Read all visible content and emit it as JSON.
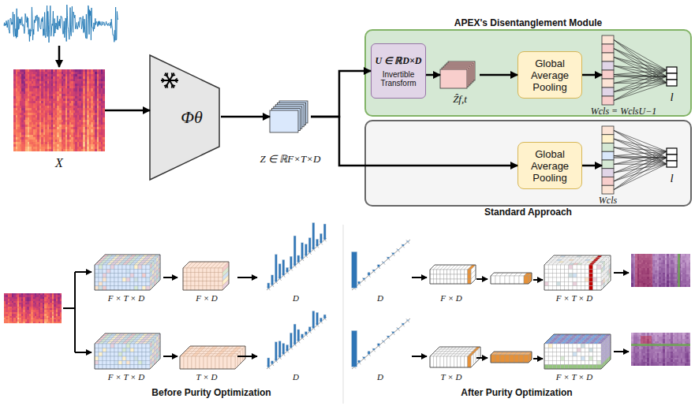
{
  "diagram": {
    "nodes": [
      {
        "text": [
          "X"
        ]
      },
      {
        "text": [
          "Φθ"
        ]
      },
      {
        "text": [
          "Z ∈ ℝF×T×D"
        ]
      },
      {
        "text": [
          "APEX's Disentanglement Module"
        ]
      },
      {
        "text": [
          "U ∈ ℝD×D",
          "Invertible Transform"
        ],
        "in": 3
      },
      {
        "text": [
          "Ẑf,t"
        ],
        "in": 3
      },
      {
        "text": [
          "Global Average Pooling"
        ],
        "in": 3
      },
      {
        "text": [
          "Wcls = WclsU−1"
        ],
        "in": 3
      },
      {
        "text": [
          "l"
        ],
        "in": 3
      },
      {
        "text": [
          "Standard Approach"
        ]
      },
      {
        "text": [
          "Global Average Pooling"
        ],
        "in": 9
      },
      {
        "text": [
          "Wcls"
        ],
        "in": 9
      },
      {
        "text": [
          "l"
        ],
        "in": 9
      }
    ],
    "edges": [
      {
        "from": 0,
        "to": 1,
        "arrow": "to"
      },
      {
        "from": 1,
        "to": 2,
        "arrow": "to"
      },
      {
        "from": 2,
        "to": 4,
        "arrow": "to"
      },
      {
        "from": 2,
        "to": 10,
        "arrow": "to"
      },
      {
        "from": 4,
        "to": 5,
        "arrow": "to"
      },
      {
        "from": 5,
        "to": 6,
        "arrow": "to"
      },
      {
        "from": 6,
        "to": 7,
        "arrow": "to"
      },
      {
        "from": 7,
        "to": 8,
        "arrow": "none"
      },
      {
        "from": 10,
        "to": 11,
        "arrow": "to"
      },
      {
        "from": 11,
        "to": 12,
        "arrow": "none"
      }
    ],
    "labels": [
      "F × T × D",
      "F × D",
      "D",
      "F × T × D",
      "T × D",
      "D",
      "Before Purity Optimization",
      "D",
      "F × D",
      "F × T × D",
      "D",
      "T × D",
      "F × T × D",
      "After Purity Optimization"
    ]
  }
}
